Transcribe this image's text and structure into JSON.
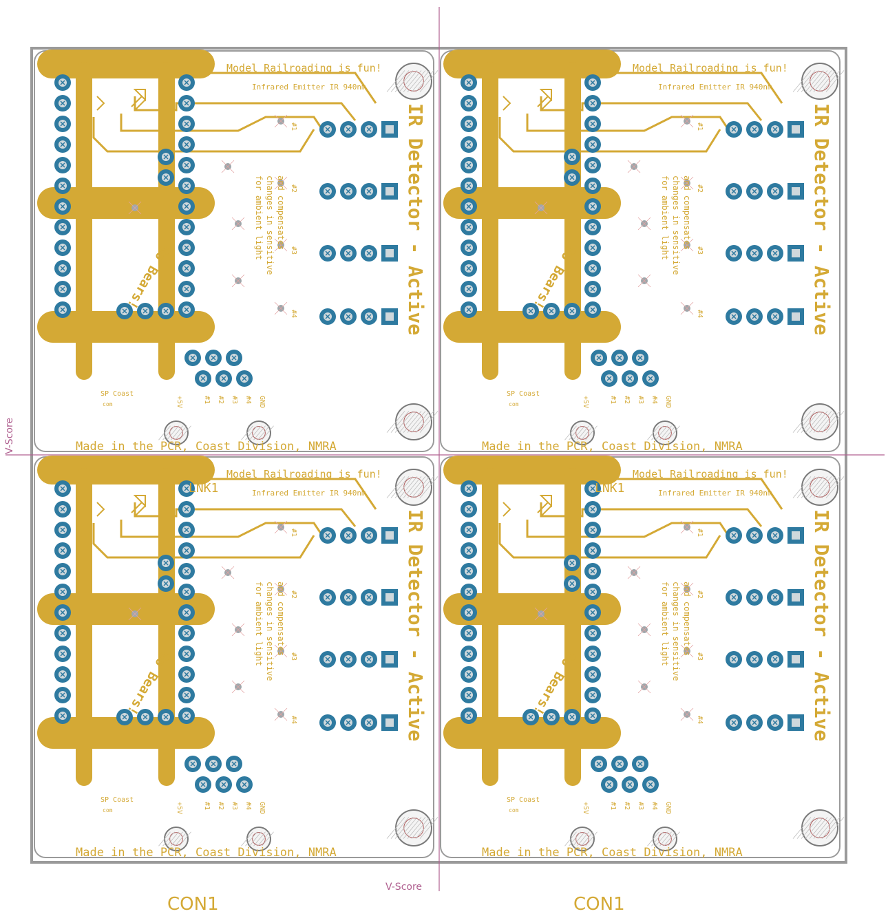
{
  "colors": {
    "copper": "#d4a935",
    "pad_ring": "#2e7aa0",
    "pad_fill": "#cfd8dc",
    "outline": "#9a9a9a",
    "vscore": "#b06090",
    "mount": "#7a7a7a"
  },
  "panel": {
    "vscore_labels": [
      "V-Score",
      "V-Score"
    ],
    "connector_labels": [
      "CON1",
      "CON1"
    ]
  },
  "board": {
    "top_text": "Model Railroading is fun!",
    "emitter_text": "Infrared Emitter IR 940nm",
    "title": "IR Detector - Active",
    "bottom_text": "Made in the PCR, Coast Division, NMRA",
    "mascot": "Go Bears!",
    "note_lines": [
      "for ambient light",
      "changes in sensitive",
      "and compensates"
    ],
    "channels": [
      "#1",
      "#2",
      "#3",
      "#4"
    ],
    "header_labels": [
      "+5V",
      "#1",
      "#2",
      "#3",
      "#4",
      "GND"
    ],
    "sp_coast": "SP Coast",
    "tiny_mark": "com",
    "silk_ref": "LNK1"
  }
}
